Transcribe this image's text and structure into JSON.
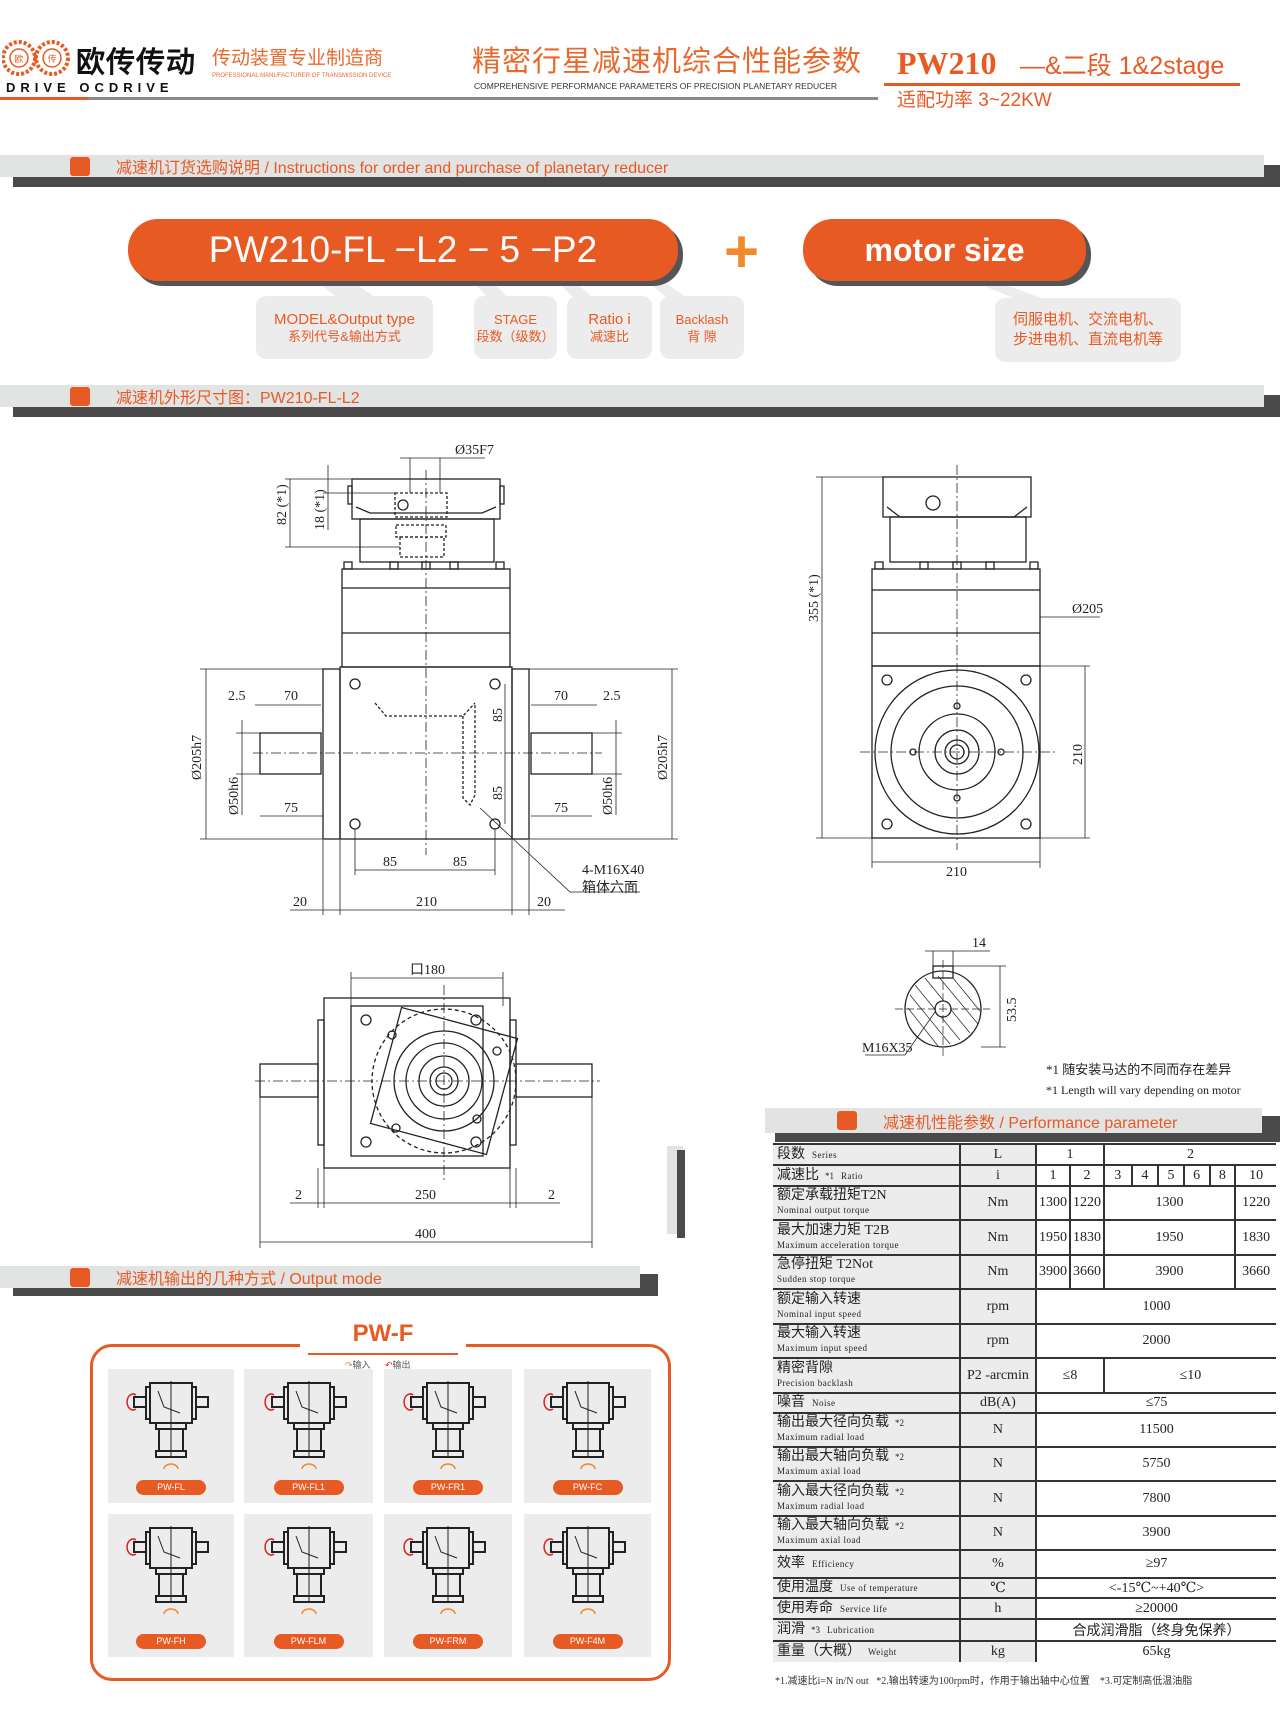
{
  "header": {
    "logo": {
      "badge_left": "欧",
      "badge_right": "传",
      "name": "欧传传动",
      "sub": "DRIVE OCDRIVE"
    },
    "slogan": "传动装置专业制造商",
    "slogan_sub": "PROFESSIONAL MANUFACTURER OF TRANSMISSION DEVICE",
    "title": "精密行星减速机综合性能参数",
    "title_sub": "COMPREHENSIVE PERFORMANCE PARAMETERS OF PRECISION PLANETARY REDUCER",
    "model": "PW210",
    "stage": "—&二段 1&2stage",
    "power": "适配功率 3~22KW"
  },
  "colors": {
    "accent": "#e85a24",
    "bar": "#e2e3e3",
    "shadow": "#4a4a4a"
  },
  "order": {
    "section_title": "减速机订货选购说明 / Instructions for order and purchase of planetary reducer",
    "code": "PW210-FL −L2 − 5 −P2",
    "plus": "+",
    "motor": "motor size",
    "callouts": [
      {
        "en": "MODEL&Output type",
        "zh": "系列代号&输出方式"
      },
      {
        "en": "STAGE",
        "zh": "段数（级数）"
      },
      {
        "en": "Ratio i",
        "zh": "减速比"
      },
      {
        "en": "Backlash",
        "zh": "背  隙"
      }
    ],
    "motor_types": [
      "伺服电机、交流电机、",
      "步进电机、直流电机等"
    ]
  },
  "dimensions": {
    "section_title": "减速机外形尺寸图：PW210-FL-L2",
    "front": {
      "bore": "Ø35F7",
      "h82": "82 (*1)",
      "h18": "18 (*1)",
      "d205": "Ø205h7",
      "d50": "Ø50h6",
      "c25": "2.5",
      "c70": "70",
      "c75": "75",
      "c85": "85",
      "w20": "20",
      "w210": "210",
      "holes": "4-M16X40",
      "holes_note": "箱体六面"
    },
    "side": {
      "h355": "355 (*1)",
      "d205": "Ø205",
      "s210": "210"
    },
    "bottom": {
      "sq180": "口180",
      "c2": "2",
      "c250": "250",
      "c400": "400"
    },
    "shaft": {
      "key": "14",
      "h53": "53.5",
      "thread": "M16X35"
    },
    "notes": [
      "*1 随安装马达的不同而存在差异",
      "*1 Length will vary depending on motor"
    ]
  },
  "output_mode": {
    "section_title": "减速机输出的几种方式 / Output mode",
    "series": "PW-F",
    "legend_in": "输入",
    "legend_out": "输出",
    "types": [
      "PW-FL",
      "PW-FL1",
      "PW-FR1",
      "PW-FC",
      "PW-FH",
      "PW-FLM",
      "PW-FRM",
      "PW-F4M"
    ]
  },
  "performance": {
    "section_title": "减速机性能参数 / Performance parameter",
    "rows": [
      {
        "zh": "段数",
        "en": "Series",
        "note": "",
        "unit": "L",
        "cells": [
          {
            "v": "1",
            "span": 2
          },
          {
            "v": "2",
            "span": 6
          }
        ]
      },
      {
        "zh": "减速比",
        "en": "Ratio",
        "note": "*1",
        "unit": "i",
        "cells": [
          {
            "v": "1",
            "span": 1
          },
          {
            "v": "2",
            "span": 1
          },
          {
            "v": "3",
            "span": 1
          },
          {
            "v": "4",
            "span": 1
          },
          {
            "v": "5",
            "span": 1
          },
          {
            "v": "6",
            "span": 1
          },
          {
            "v": "8",
            "span": 1
          },
          {
            "v": "10",
            "span": 1
          }
        ]
      },
      {
        "zh": "额定承载扭矩T2N",
        "en": "Nominal output torque",
        "note": "",
        "unit": "Nm",
        "cells": [
          {
            "v": "1300",
            "span": 1
          },
          {
            "v": "1220",
            "span": 1
          },
          {
            "v": "1300",
            "span": 5
          },
          {
            "v": "1220",
            "span": 1
          }
        ]
      },
      {
        "zh": "最大加速力矩 T2B",
        "en": "Maximum acceleration torque",
        "note": "",
        "unit": "Nm",
        "cells": [
          {
            "v": "1950",
            "span": 1
          },
          {
            "v": "1830",
            "span": 1
          },
          {
            "v": "1950",
            "span": 5
          },
          {
            "v": "1830",
            "span": 1
          }
        ]
      },
      {
        "zh": "急停扭矩 T2Not",
        "en": "Sudden stop torque",
        "note": "",
        "unit": "Nm",
        "cells": [
          {
            "v": "3900",
            "span": 1
          },
          {
            "v": "3660",
            "span": 1
          },
          {
            "v": "3900",
            "span": 5
          },
          {
            "v": "3660",
            "span": 1
          }
        ]
      },
      {
        "zh": "额定输入转速",
        "en": "Nominal input speed",
        "note": "",
        "unit": "rpm",
        "cells": [
          {
            "v": "1000",
            "span": 8
          }
        ]
      },
      {
        "zh": "最大输入转速",
        "en": "Maximum input speed",
        "note": "",
        "unit": "rpm",
        "cells": [
          {
            "v": "2000",
            "span": 8
          }
        ]
      },
      {
        "zh": "精密背隙",
        "en": "Precision backlash",
        "note": "",
        "unit": "P2 -arcmin",
        "cells": [
          {
            "v": "≤8",
            "span": 2
          },
          {
            "v": "≤10",
            "span": 6
          }
        ]
      },
      {
        "zh": "噪音",
        "en": "Noise",
        "note": "",
        "unit": "dB(A)",
        "cells": [
          {
            "v": "≤75",
            "span": 8
          }
        ]
      },
      {
        "zh": "输出最大径向负载",
        "en": "Maximum radial load",
        "note": "*2",
        "unit": "N",
        "cells": [
          {
            "v": "11500",
            "span": 8
          }
        ]
      },
      {
        "zh": "输出最大轴向负载",
        "en": "Maximum axial load",
        "note": "*2",
        "unit": "N",
        "cells": [
          {
            "v": "5750",
            "span": 8
          }
        ]
      },
      {
        "zh": "输入最大径向负载",
        "en": "Maximum radial load",
        "note": "*2",
        "unit": "N",
        "cells": [
          {
            "v": "7800",
            "span": 8
          }
        ]
      },
      {
        "zh": "输入最大轴向负载",
        "en": "Maximum axial load",
        "note": "*2",
        "unit": "N",
        "cells": [
          {
            "v": "3900",
            "span": 8
          }
        ]
      },
      {
        "zh": "效率",
        "en": "Efficiency",
        "note": "",
        "unit": "%",
        "cells": [
          {
            "v": "≥97",
            "span": 8
          }
        ]
      },
      {
        "zh": "使用温度",
        "en": "Use of temperature",
        "note": "",
        "unit": "℃",
        "cells": [
          {
            "v": "<-15℃~+40℃>",
            "span": 8
          }
        ]
      },
      {
        "zh": "使用寿命",
        "en": "Service life",
        "note": "",
        "unit": "h",
        "cells": [
          {
            "v": "≥20000",
            "span": 8
          }
        ]
      },
      {
        "zh": "润滑",
        "en": "Lubrication",
        "note": "*3",
        "unit": "",
        "cells": [
          {
            "v": "合成润滑脂（终身免保养）",
            "span": 8
          }
        ]
      },
      {
        "zh": "重量（大概）",
        "en": "Weight",
        "note": "",
        "unit": "kg",
        "cells": [
          {
            "v": "65kg",
            "span": 8
          }
        ]
      }
    ],
    "footnotes": [
      "*1.减速比i=N in/N out",
      "*2.输出转速为100rpm时，作用于输出轴中心位置",
      "*3.可定制高低温油脂"
    ]
  }
}
